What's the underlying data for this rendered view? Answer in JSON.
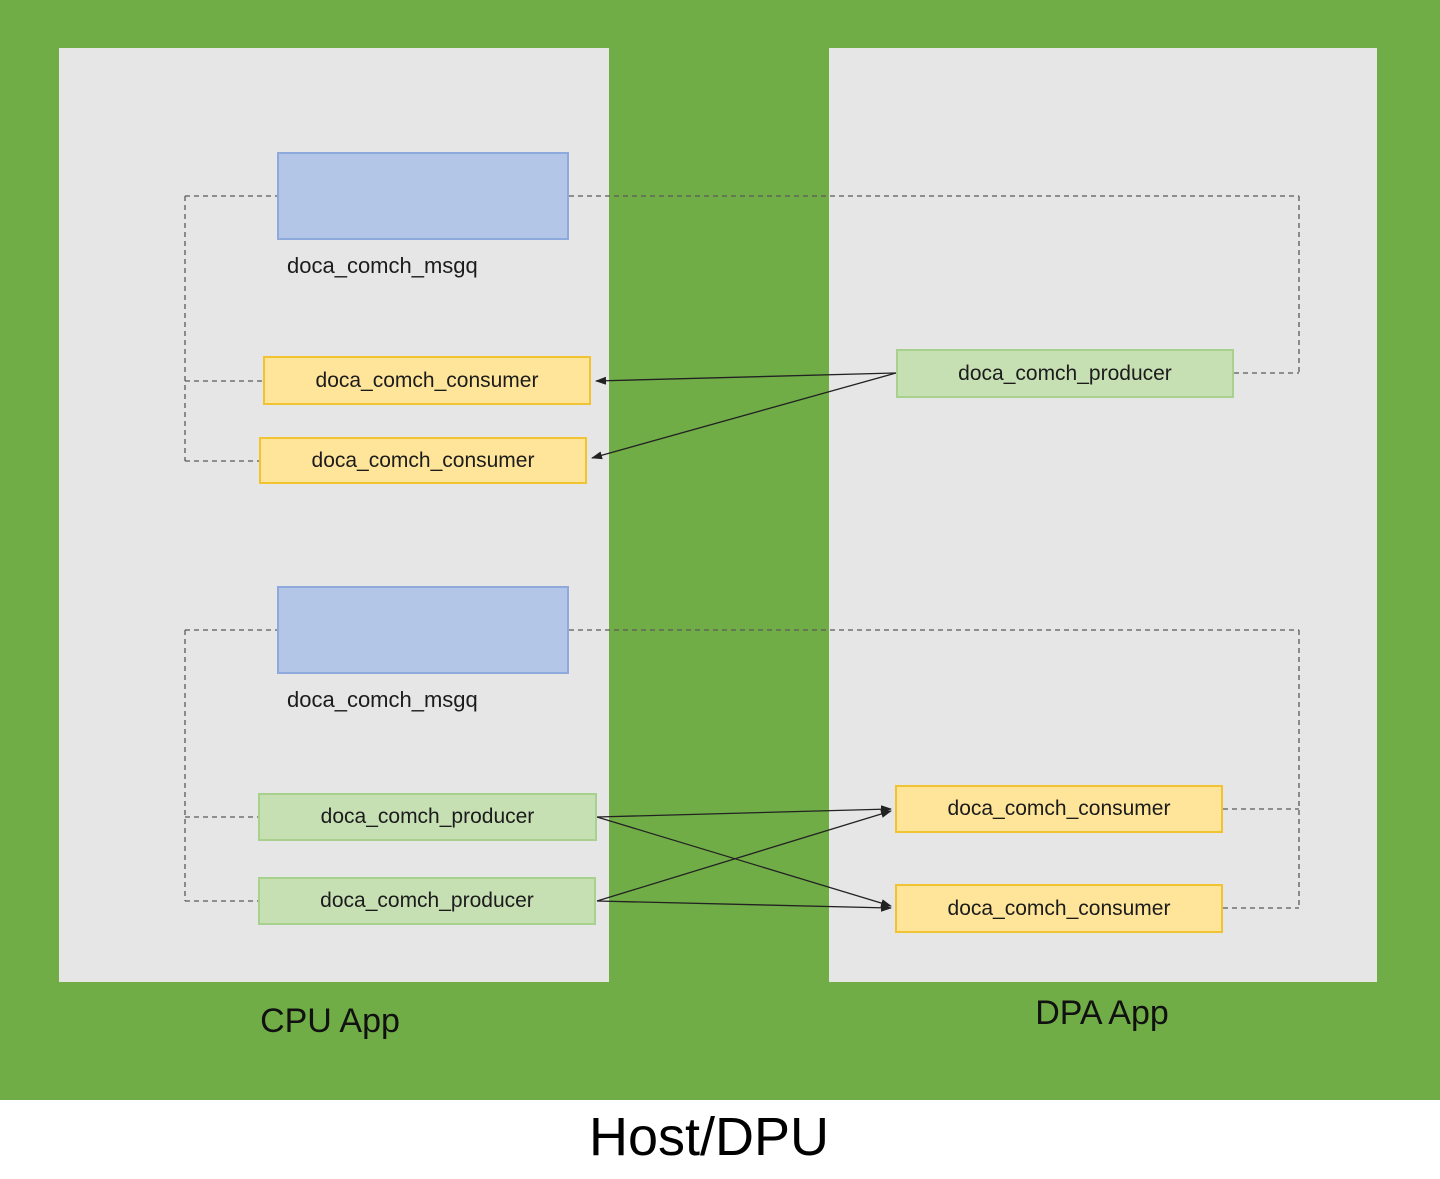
{
  "title": "Host/DPU",
  "cpu_panel": {
    "label": "CPU App"
  },
  "dpa_panel": {
    "label": "DPA App"
  },
  "top_group": {
    "msgq_label": "doca_comch_msgq",
    "consumer1_label": "doca_comch_consumer",
    "consumer2_label": "doca_comch_consumer",
    "producer_label": "doca_comch_producer"
  },
  "bottom_group": {
    "msgq_label": "doca_comch_msgq",
    "producer1_label": "doca_comch_producer",
    "producer2_label": "doca_comch_producer",
    "consumer1_label": "doca_comch_consumer",
    "consumer2_label": "doca_comch_consumer"
  },
  "colors": {
    "background_green": "#70AD47",
    "panel_gray": "#E7E6E6",
    "msgq_fill": "#B4C6E7",
    "msgq_border": "#8EA9DB",
    "consumer_fill": "#FFE599",
    "consumer_border": "#F1C232",
    "producer_fill": "#C6E0B4",
    "producer_border": "#A9D18E",
    "dashed_line": "#595959",
    "arrow_line": "#222222",
    "bottom_strip": "#FFFFFF"
  }
}
